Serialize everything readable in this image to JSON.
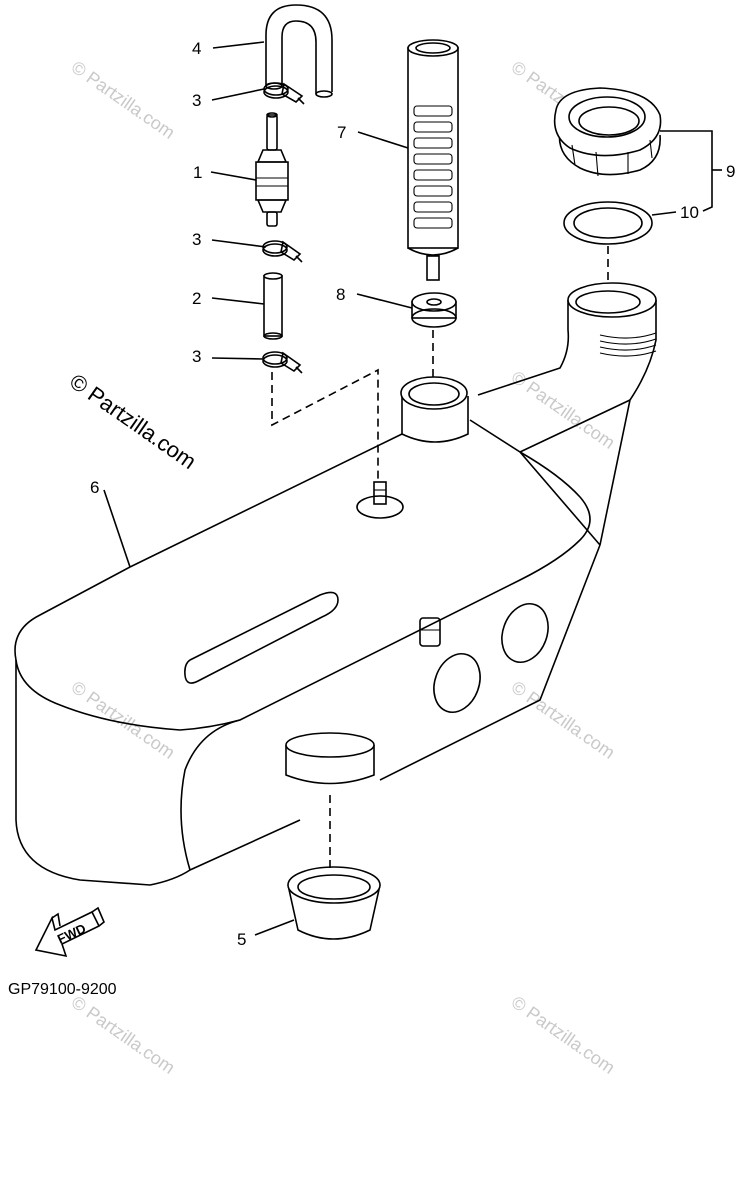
{
  "callouts": {
    "c1": "1",
    "c2": "2",
    "c3a": "3",
    "c3b": "3",
    "c3c": "3",
    "c4": "4",
    "c5": "5",
    "c6": "6",
    "c7": "7",
    "c8": "8",
    "c9": "9",
    "c10": "10"
  },
  "watermark_main": "© Partzilla.com",
  "watermark_faint": "© Partzilla.com",
  "fwd_label": "FWD",
  "diagram_code": "GP79100-9200"
}
